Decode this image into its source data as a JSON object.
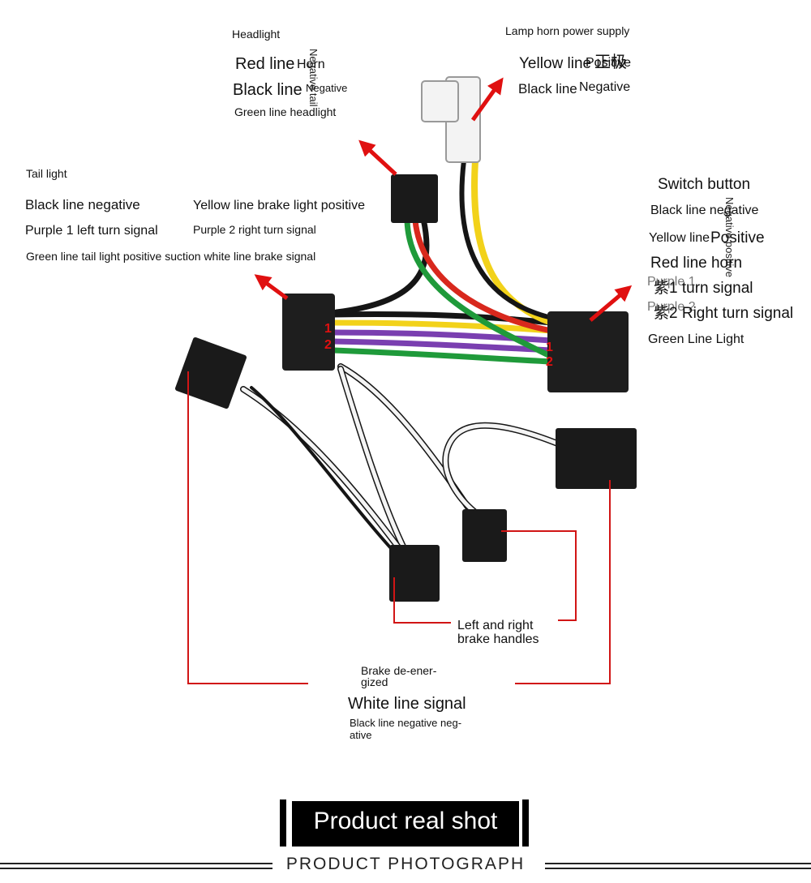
{
  "headlight": {
    "title": "Headlight",
    "red": "Red line",
    "red_overlay": "Horn",
    "black": "Black line",
    "black_overlay": "Negative",
    "green": "Green line headlight",
    "vertical_overlay": "Negative tail"
  },
  "lamp_horn": {
    "title": "Lamp horn power supply",
    "yellow": "Yellow line",
    "yellow_overlay": "Positive",
    "yellow_cn": "正极",
    "black": "Black line",
    "black_overlay": "Negative"
  },
  "tail_light": {
    "title": "Tail light",
    "black": "Black line negative",
    "yellow": "Yellow line brake light positive",
    "purple1": "Purple 1 left turn signal",
    "purple2": "Purple 2 right turn signal",
    "green": "Green line tail light positive suction white line brake signal"
  },
  "switch": {
    "title": "Switch button",
    "black": "Black line negative",
    "yellow": "Yellow line",
    "yellow_overlay": "Positive",
    "red": "Red line horn",
    "purple1_small": "Purple 1",
    "purple1": "紫1 turn signal",
    "purple2_small": "Purple 2",
    "purple2": "紫2 Right turn signal",
    "green": "Green Line Light",
    "vertical_overlay": "Negative positive"
  },
  "markers": {
    "one": "1",
    "two": "2"
  },
  "brake_handles": {
    "line1": "Left and right",
    "line2": "brake handles"
  },
  "brake_signal": {
    "title1": "Brake de-ener-",
    "title2": "gized",
    "white": "White line signal",
    "black1": "Black line negative neg-",
    "black2": "ative"
  },
  "footer": {
    "title": "Product real shot",
    "subtitle": "PRODUCT PHOTOGRAPH"
  },
  "colors": {
    "arrow": "#e01010",
    "leader": "#d11515",
    "wire_black": "#151515",
    "wire_yellow": "#f2d21a",
    "wire_red": "#d8281d",
    "wire_green": "#1f9a3a",
    "wire_purple": "#7a3fb0",
    "wire_white": "#f4f4f4"
  },
  "icons": {
    "arrow": "red-arrow-icon",
    "connector": "connector-icon"
  }
}
